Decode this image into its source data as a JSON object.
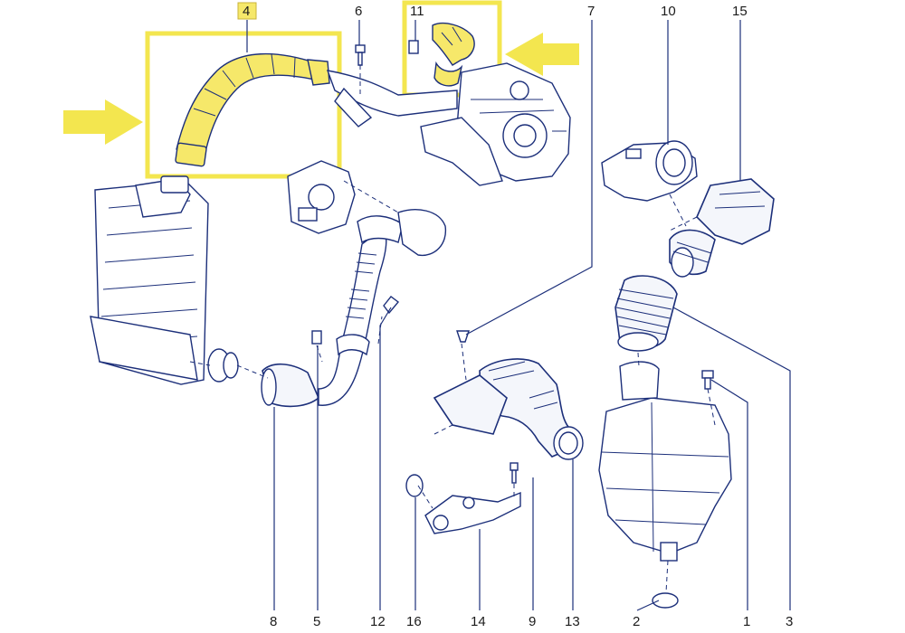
{
  "callouts": {
    "n1": "1",
    "n2": "2",
    "n3": "3",
    "n4": "4",
    "n5": "5",
    "n6": "6",
    "n7": "7",
    "n8": "8",
    "n9": "9",
    "n10": "10",
    "n11": "11",
    "n12": "12",
    "n13": "13",
    "n14": "14",
    "n15": "15",
    "n16": "16"
  },
  "colors": {
    "line": "#1c2f7a",
    "highlight": "#f3e64f",
    "highlight_fill": "#f6e86a"
  },
  "highlighted_parts": [
    "4",
    "11"
  ]
}
